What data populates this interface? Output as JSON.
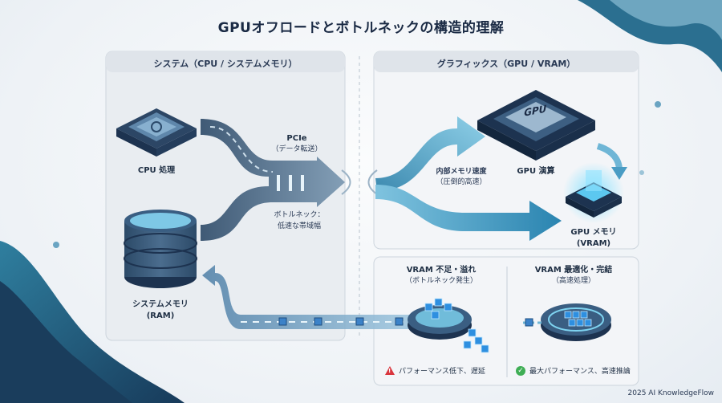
{
  "title": "GPUオフロードとボトルネックの構造的理解",
  "left_panel": {
    "title": "システム（CPU / システムメモリ）",
    "cpu_label": "CPU 処理",
    "ram_label_1": "システムメモリ",
    "ram_label_2": "(RAM)"
  },
  "bus": {
    "pcie_label": "PCIe",
    "pcie_sub": "（データ転送）",
    "bottleneck_1": "ボトルネック：",
    "bottleneck_2": "低速な帯域幅"
  },
  "right_panel": {
    "title": "グラフィックス（GPU / VRAM）",
    "gpu_chip_text": "GPU",
    "gpu_label": "GPU 演算",
    "inner_mem_1": "内部メモリ速度",
    "inner_mem_2": "（圧倒的高速）",
    "vram_label_1": "GPU メモリ",
    "vram_label_2": "(VRAM)"
  },
  "bottom_left": {
    "title": "VRAM 不足・溢れ",
    "sub": "（ボトルネック発生）",
    "status": "パフォーマンス低下、遅延",
    "status_icon": "warning-icon"
  },
  "bottom_right": {
    "title": "VRAM 最適化・完結",
    "sub": "（高速処理）",
    "status": "最大パフォーマンス、高速推論",
    "status_icon": "check-icon"
  },
  "footer": "2025 AI KnowledgeFlow",
  "colors": {
    "accent": "#3a7fa8",
    "arrow_dark": "#2f4e6e",
    "arrow_light": "#6fb6d6",
    "warning": "#d9363e",
    "ok": "#3fae55"
  }
}
